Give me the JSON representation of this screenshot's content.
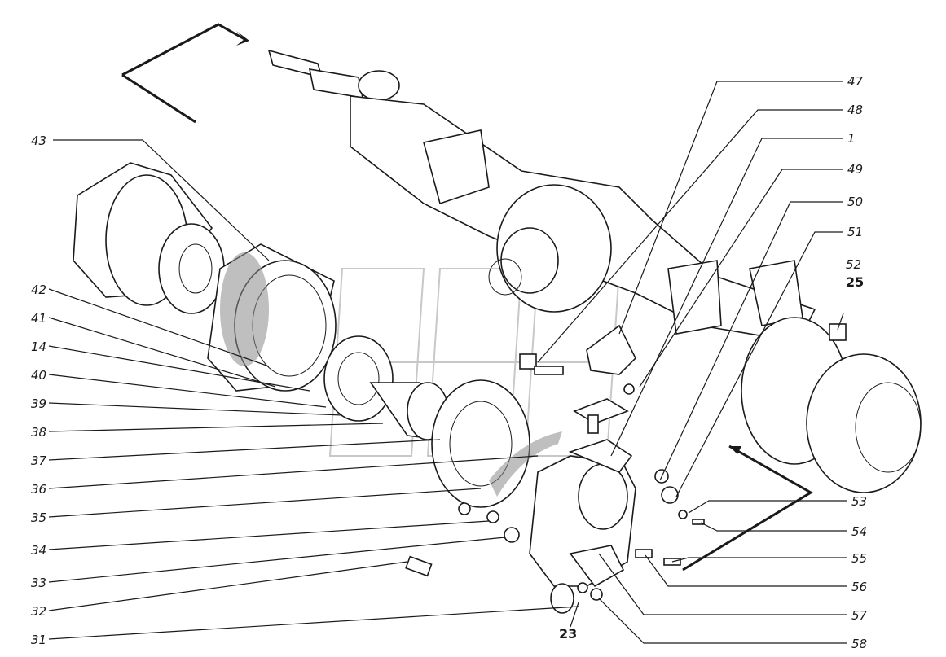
{
  "diagram": {
    "labels": {
      "l1": "1",
      "l14": "14",
      "l23": "23",
      "l25": "25",
      "l31": "31",
      "l32": "32",
      "l33": "33",
      "l34": "34",
      "l35": "35",
      "l36": "36",
      "l37": "37",
      "l38": "38",
      "l39": "39",
      "l40": "40",
      "l41": "41",
      "l42": "42",
      "l43": "43",
      "l47": "47",
      "l48": "48",
      "l49": "49",
      "l50": "50",
      "l51": "51",
      "l52": "52",
      "l53": "53",
      "l54": "54",
      "l55": "55",
      "l56": "56",
      "l57": "57",
      "l58": "58"
    },
    "colors": {
      "ink": "#1a1a1a",
      "paper": "#ffffff",
      "watermark": "#c8c8c8"
    }
  }
}
